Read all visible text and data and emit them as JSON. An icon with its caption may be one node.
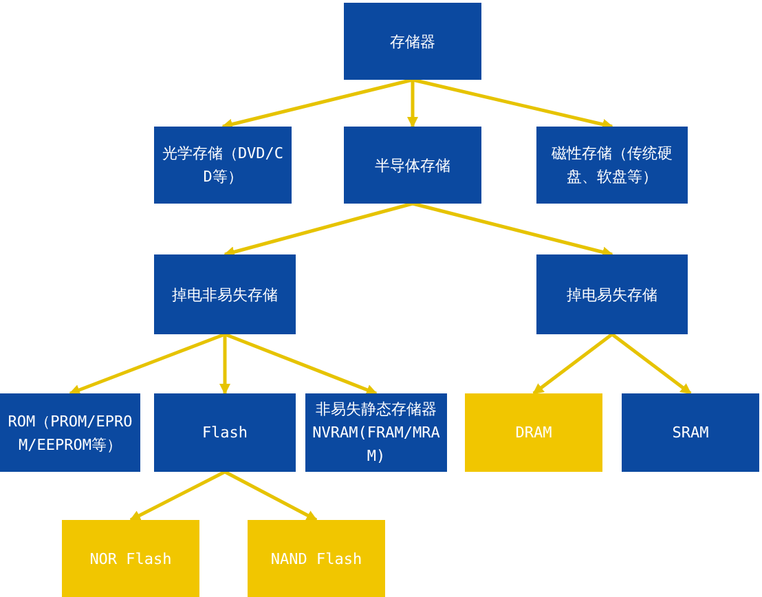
{
  "diagram": {
    "nodes": [
      {
        "text": [
          "存储器"
        ]
      },
      {
        "text": [
          "光学存储（DVD/CD等）"
        ]
      },
      {
        "text": [
          "半导体存储"
        ]
      },
      {
        "text": [
          "磁性存储（传统硬盘、软盘等）"
        ]
      },
      {
        "text": [
          "掉电非易失存储"
        ]
      },
      {
        "text": [
          "掉电易失存储"
        ]
      },
      {
        "text": [
          "ROM（PROM/EPROM/EEPROM等）"
        ]
      },
      {
        "text": [
          "Flash"
        ]
      },
      {
        "text": [
          "非易失静态存储器 NVRAM(FRAM/MRAM)"
        ]
      },
      {
        "text": [
          "DRAM"
        ]
      },
      {
        "text": [
          "SRAM"
        ]
      },
      {
        "text": [
          "NOR Flash"
        ]
      },
      {
        "text": [
          "NAND Flash"
        ]
      }
    ],
    "edges": [
      {
        "from": 0,
        "to": 1,
        "arrow": "to"
      },
      {
        "from": 0,
        "to": 2,
        "arrow": "to"
      },
      {
        "from": 0,
        "to": 3,
        "arrow": "to"
      },
      {
        "from": 2,
        "to": 4,
        "arrow": "to"
      },
      {
        "from": 2,
        "to": 5,
        "arrow": "to"
      },
      {
        "from": 4,
        "to": 6,
        "arrow": "to"
      },
      {
        "from": 4,
        "to": 7,
        "arrow": "to"
      },
      {
        "from": 4,
        "to": 8,
        "arrow": "to"
      },
      {
        "from": 5,
        "to": 9,
        "arrow": "to"
      },
      {
        "from": 5,
        "to": 10,
        "arrow": "to"
      },
      {
        "from": 7,
        "to": 11,
        "arrow": "to"
      },
      {
        "from": 7,
        "to": 12,
        "arrow": "to"
      }
    ]
  }
}
